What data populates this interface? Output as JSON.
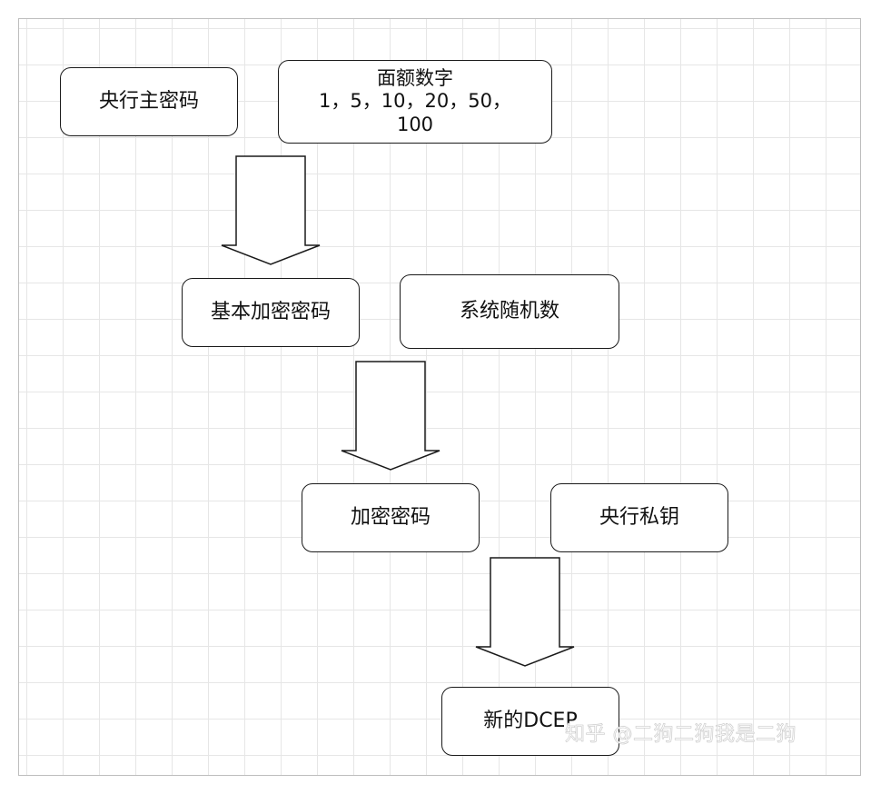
{
  "nodes": {
    "central_master_key": "央行主密码",
    "denominations": {
      "title": "面额数字",
      "line1": "1，5，10，20，50，",
      "line2": "100"
    },
    "basic_encryption_key": "基本加密密码",
    "system_random_number": "系统随机数",
    "encryption_key": "加密密码",
    "central_private_key": "央行私钥",
    "new_dcep": "新的DCEP"
  },
  "watermark": "知乎 @二狗二狗我是二狗",
  "colors": {
    "border": "#1a1a1a",
    "grid": "#e6e6e6",
    "frame": "#bdbdbd"
  }
}
